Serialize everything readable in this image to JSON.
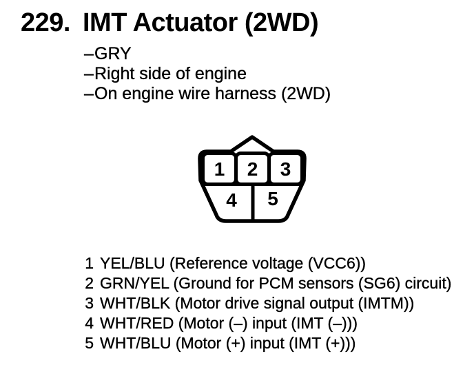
{
  "colors": {
    "ink": "#000000",
    "paper": "#ffffff"
  },
  "header": {
    "number": "229.",
    "title": "IMT Actuator (2WD)"
  },
  "notes": {
    "dash": "–",
    "items": [
      "GRY",
      "Right side of engine",
      "On engine wire harness (2WD)"
    ]
  },
  "connector": {
    "pins": [
      "1",
      "2",
      "3",
      "4",
      "5"
    ]
  },
  "pinout": [
    {
      "pin": "1",
      "desc": "YEL/BLU (Reference voltage (VCC6))"
    },
    {
      "pin": "2",
      "desc": "GRN/YEL (Ground for PCM sensors (SG6) circuit)"
    },
    {
      "pin": "3",
      "desc": "WHT/BLK (Motor drive signal output (IMTM))"
    },
    {
      "pin": "4",
      "desc": "WHT/RED (Motor (–) input (IMT (–)))"
    },
    {
      "pin": "5",
      "desc": "WHT/BLU (Motor (+) input (IMT (+)))"
    }
  ]
}
